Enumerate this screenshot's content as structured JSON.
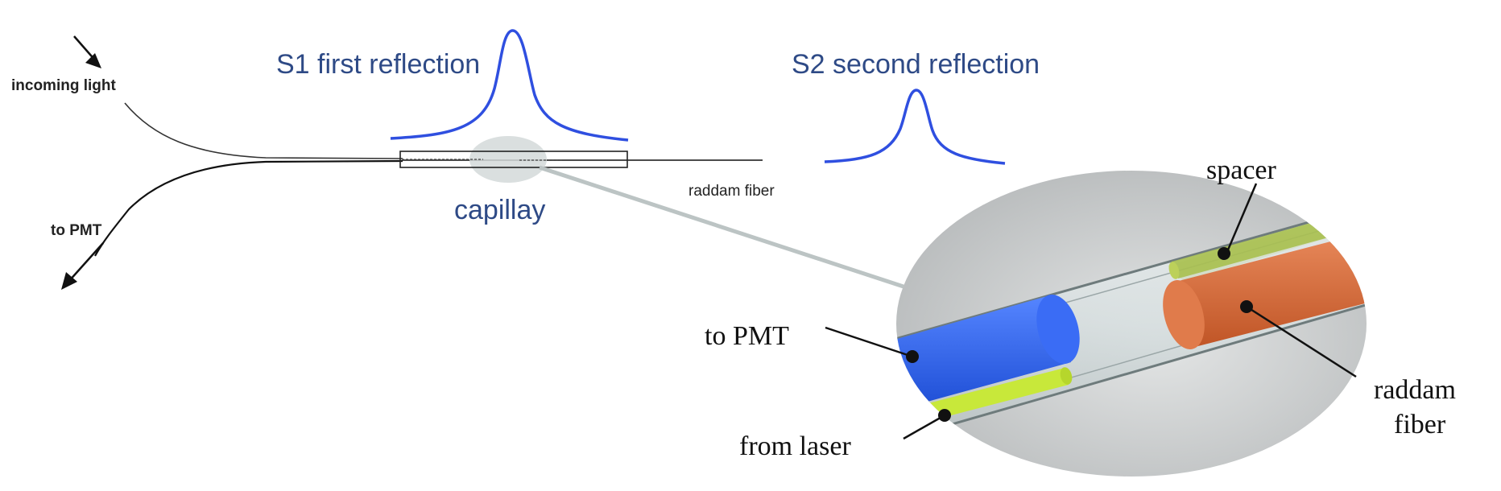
{
  "labels": {
    "incoming_light": "incoming light",
    "to_pmt_left": "to PMT",
    "s1": "S1  first reflection",
    "s2": "S2 second reflection",
    "capillary": "capillay",
    "raddam_fiber_small": "raddam fiber",
    "spacer": "spacer",
    "to_pmt_zoom": "to PMT",
    "from_laser": "from laser",
    "raddam_line1": "raddam",
    "raddam_line2": "fiber"
  },
  "colors": {
    "pulse_blue": "#2f4fe0",
    "label_blue": "#2e4a86",
    "fiber_pmt_blue": "#2f63f0",
    "laser_fiber_yellow": "#c8e83a",
    "raddam_fiber_orange": "#d8683c",
    "spacer_green": "#9db34a",
    "zoom_gray": "#c9cccd",
    "capillary_tube": "#d9e2e3"
  },
  "icons": {
    "incoming_arrow": "arrow-down-right-icon",
    "outgoing_arrow": "arrow-down-left-icon"
  }
}
